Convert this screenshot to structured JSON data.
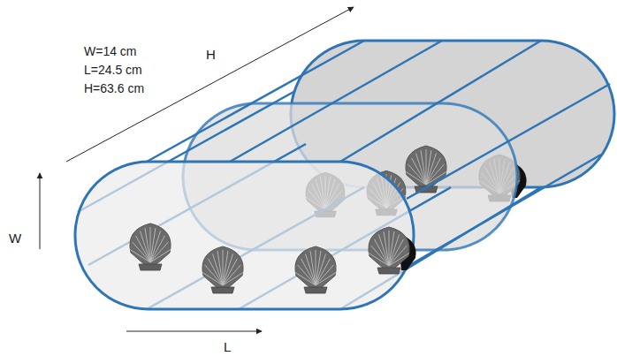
{
  "diagram": {
    "labels": [
      "W=14 cm",
      "L=24.5 cm",
      "H=63.6 cm",
      "H",
      "W",
      "L"
    ]
  }
}
